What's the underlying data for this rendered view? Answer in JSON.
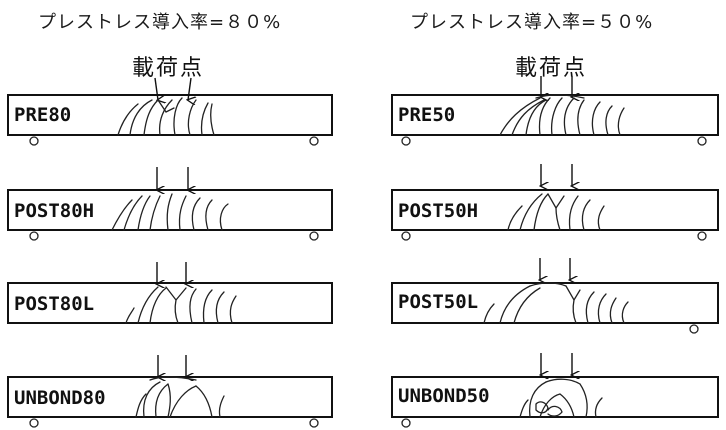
{
  "left_column": {
    "title": "プレストレス導入率=８０%",
    "load_label": "載荷点",
    "beams": [
      {
        "label": "PRE80"
      },
      {
        "label": "POST80H"
      },
      {
        "label": "POST80L"
      },
      {
        "label": "UNBOND80"
      }
    ]
  },
  "right_column": {
    "title": "プレストレス導入率=５０%",
    "load_label": "載荷点",
    "beams": [
      {
        "label": "PRE50"
      },
      {
        "label": "POST50H"
      },
      {
        "label": "POST50L"
      },
      {
        "label": "UNBOND50"
      }
    ]
  }
}
